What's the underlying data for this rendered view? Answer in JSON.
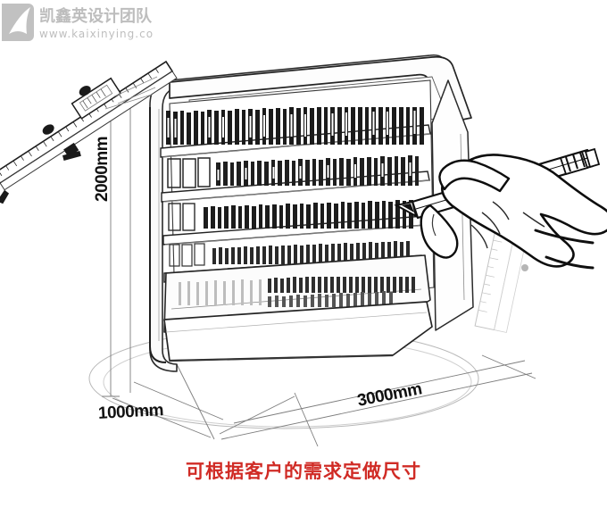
{
  "image": {
    "type": "hand-drawn-pencil-sketch",
    "subject": "refrigerated open multideck display cabinet with dimension callouts",
    "background_color": "#ffffff",
    "ink_color": "#1a1a1a"
  },
  "dimensions": {
    "height": {
      "label": "2000mm",
      "orientation": "vertical",
      "side": "left"
    },
    "depth": {
      "label": "1000mm",
      "orientation": "diagonal",
      "side": "bottom-left"
    },
    "width": {
      "label": "3000mm",
      "orientation": "diagonal",
      "side": "bottom-right"
    }
  },
  "caption": {
    "text": "可根据客户的需求定做尺寸",
    "color": "#d02b25"
  },
  "watermark": {
    "line1": "凯鑫英设计团队",
    "line2": "www.kaixinying.co",
    "color": "#6f6f6f"
  },
  "objects": {
    "cabinet": "display-cabinet",
    "hand": "hand-holding-pencil",
    "pencil": "pencil",
    "caliper": "vernier-caliper",
    "ruler": "ruler",
    "floor": "floor-ellipse"
  }
}
